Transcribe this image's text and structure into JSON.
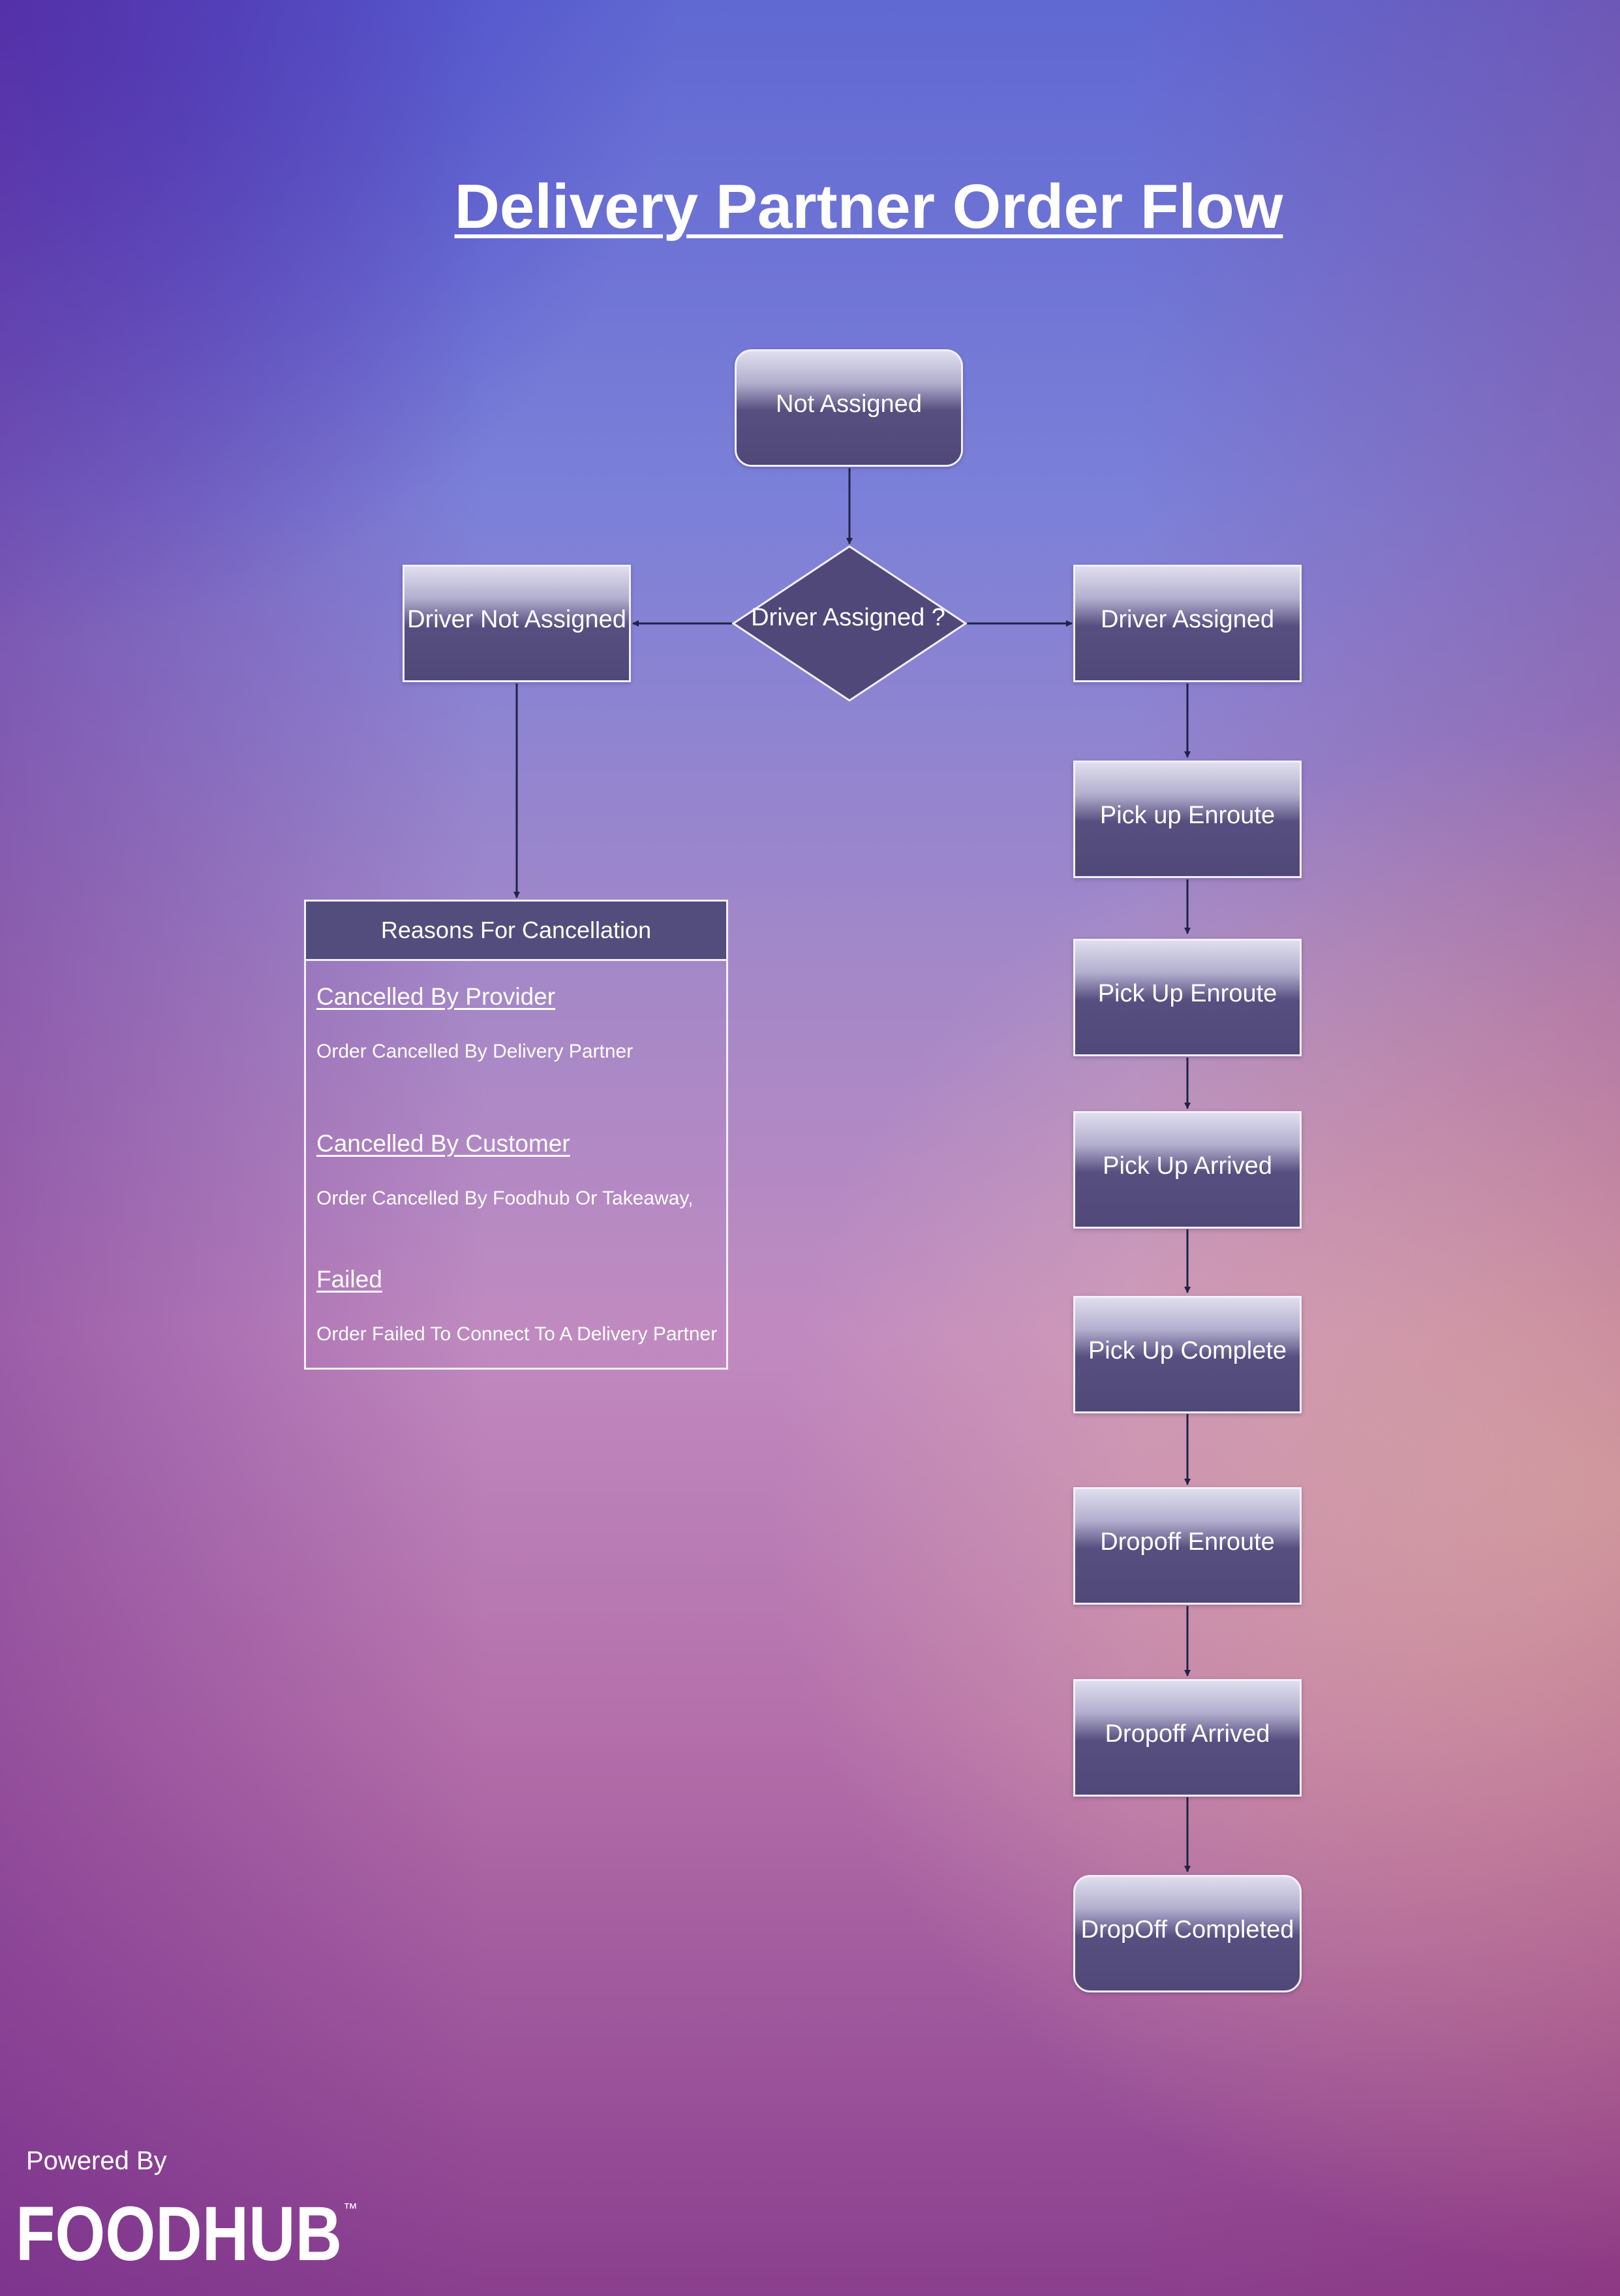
{
  "title": "Delivery Partner Order Flow",
  "nodes": {
    "not_assigned": "Not Assigned",
    "decision": "Driver Assigned ?",
    "driver_not_assigned": "Driver Not Assigned",
    "driver_assigned": "Driver Assigned",
    "pickup_enroute_1": "Pick up Enroute",
    "pickup_enroute_2": "Pick Up Enroute",
    "pickup_arrived": "Pick Up Arrived",
    "pickup_complete": "Pick Up Complete",
    "dropoff_enroute": "Dropoff Enroute",
    "dropoff_arrived": "Dropoff Arrived",
    "dropoff_completed": "DropOff Completed"
  },
  "reasons": {
    "header": "Reasons For Cancellation",
    "items": [
      {
        "title": "Cancelled By Provider",
        "desc": "Order Cancelled By Delivery Partner"
      },
      {
        "title": "Cancelled By Customer",
        "desc": "Order Cancelled By Foodhub Or Takeaway,"
      },
      {
        "title": "Failed",
        "desc": "Order Failed To Connect To A Delivery Partner"
      }
    ]
  },
  "footer": {
    "powered_by": "Powered By",
    "brand": "FOODHUB",
    "trademark": "™"
  },
  "colors": {
    "node_fill": "#524d7c",
    "node_border": "#f2f0ff",
    "arrow": "#1f2347",
    "text": "#ffffff"
  }
}
